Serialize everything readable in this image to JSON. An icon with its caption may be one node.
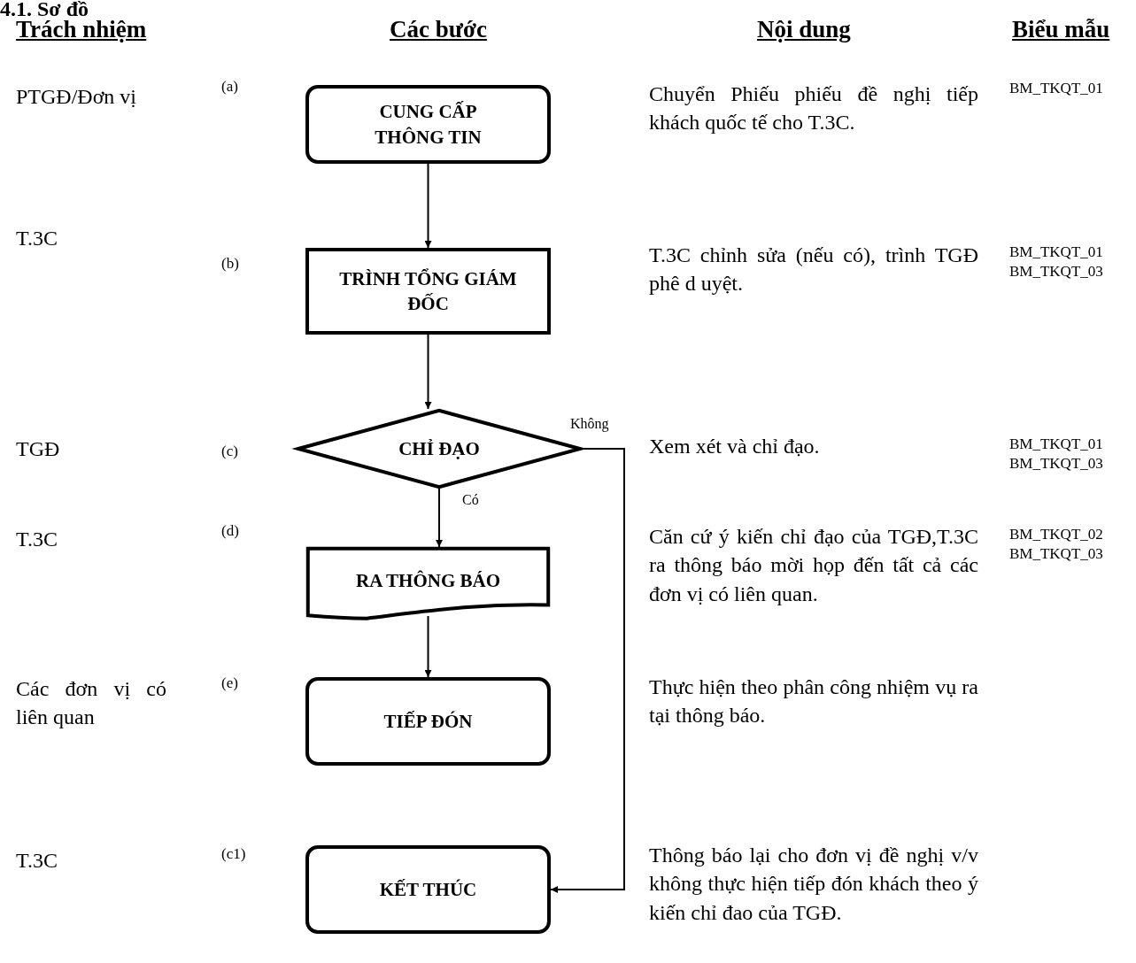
{
  "diagram": {
    "title": "4.1. Sơ đồ",
    "nodes": [
      {
        "text": [
          "CUNG CẤP THÔNG TIN"
        ]
      },
      {
        "text": [
          "TRÌNH TỔNG GIÁM ĐỐC"
        ]
      },
      {
        "text": [
          "CHỈ ĐẠO"
        ]
      },
      {
        "text": [
          "RA THÔNG BÁO"
        ]
      },
      {
        "text": [
          "TIẾP ĐÓN"
        ]
      },
      {
        "text": [
          "KẾT THÚC"
        ]
      }
    ],
    "edges": [
      {
        "from": 0,
        "to": 1,
        "arrow": "to"
      },
      {
        "from": 1,
        "to": 2,
        "arrow": "to"
      },
      {
        "from": 2,
        "to": 3,
        "arrow": "to",
        "label": "Có"
      },
      {
        "from": 3,
        "to": 4,
        "arrow": "to"
      },
      {
        "from": 2,
        "to": 5,
        "arrow": "to",
        "label": "Không"
      }
    ],
    "labels": [
      "Trách nhiệm",
      "Các bước",
      "Nội dung",
      "Biểu mẫu",
      "PTGĐ/Đơn vị",
      "(a)",
      "Chuyển Phiếu phiếu đề nghị tiếp khách quốc tế cho T.3C.",
      "BM_TKQT_01",
      "T.3C",
      "(b)",
      "T.3C chỉnh sửa (nếu có), trình TGĐ phê d uyệt.",
      "BM_TKQT_01",
      "BM_TKQT_03",
      "TGĐ",
      "(c)",
      "Xem xét và chỉ đạo.",
      "BM_TKQT_01",
      "BM_TKQT_03",
      "T.3C",
      "(d)",
      "Căn cứ ý kiến chỉ đạo của TGĐ,T.3C ra thông báo mời họp đến tất cả các đơn vị có liên quan.",
      "BM_TKQT_02",
      "BM_TKQT_03",
      "Các đơn vị có liên quan",
      "(e)",
      "Thực hiện theo phân công nhiệm vụ ra tại thông báo.",
      "T.3C",
      "(c1)",
      "Thông báo lại cho đơn vị đề nghị v/v không thực hiện tiếp đón khách theo ý kiến chỉ đao của TGĐ."
    ]
  }
}
